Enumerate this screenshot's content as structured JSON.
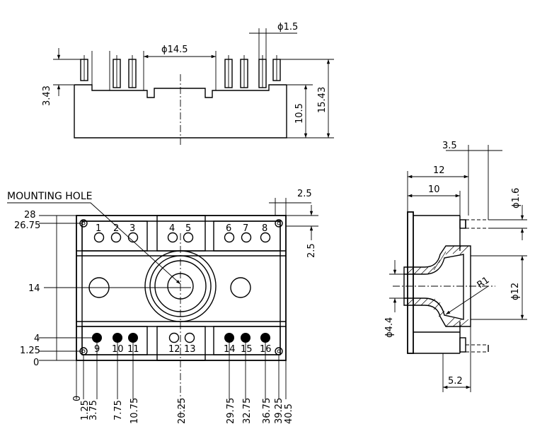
{
  "top_view": {
    "pin_diameter": "ϕ1.5",
    "center_span": "ϕ14.5",
    "pin_length": "3.43",
    "body_height": "10.5",
    "total_height": "15.43"
  },
  "front_view": {
    "mounting_hole_label": "MOUNTING HOLE",
    "edge_offset": "2.5",
    "right_offset": "2.5",
    "y_labels": [
      "28",
      "26.75",
      "14",
      "4",
      "1.25",
      "0"
    ],
    "x_labels": [
      "0",
      "1.25",
      "3.75",
      "7.75",
      "10.75",
      "20.25",
      "29.75",
      "32.75",
      "36.75",
      "39.25",
      "40.5"
    ],
    "pins": [
      "1",
      "2",
      "3",
      "4",
      "5",
      "6",
      "7",
      "8",
      "9",
      "10",
      "11",
      "12",
      "13",
      "14",
      "15",
      "16"
    ]
  },
  "side_view": {
    "d_3_5": "3.5",
    "d_12": "12",
    "d_10": "10",
    "d_phi_1_6": "ϕ1.6",
    "d_phi_12": "ϕ12",
    "d_phi_4_4": "ϕ4.4",
    "d_r1": "R1",
    "d_5_2": "5.2"
  }
}
